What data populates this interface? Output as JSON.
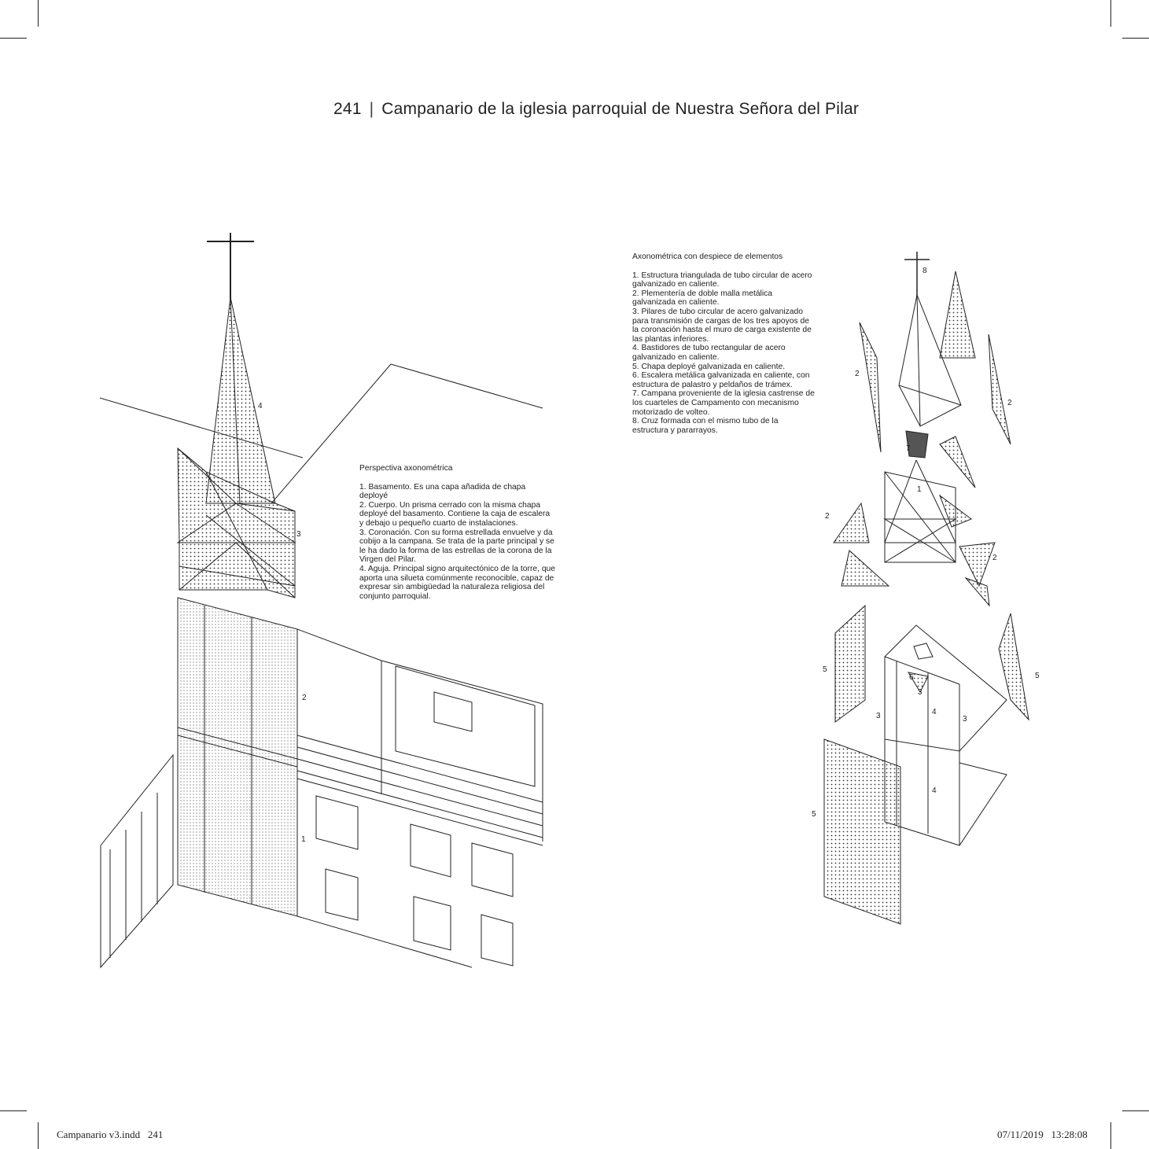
{
  "header": {
    "page_number": "241",
    "separator": "|",
    "title": "Campanario de la iglesia parroquial de Nuestra Señora del Pilar"
  },
  "legend_perspective": {
    "heading": "Perspectiva axonométrica",
    "items": [
      "1. Basamento. Es una capa añadida de chapa deployé",
      "2. Cuerpo. Un prisma cerrado con la misma chapa deployé del basamento. Contiene la caja de escalera y debajo u pequeño cuarto de instalaciones.",
      "3. Coronación. Con su forma estrellada envuelve y da cobijo a la campana. Se trata de la parte principal y se le ha dado la forma de las estrellas de la corona de la Virgen del Pilar.",
      "4. Aguja. Principal signo arquitectónico de la torre, que aporta una silueta comúnmente reconocible, capaz de expresar sin ambigüedad la naturaleza religiosa del conjunto parroquial."
    ]
  },
  "legend_exploded": {
    "heading": "Axonométrica con despiece de elementos",
    "items": [
      "1. Estructura triangulada de tubo circular de acero galvanizado en caliente.",
      "2. Plementería de doble malla metálica galvanizada en caliente.",
      "3. Pilares de tubo circular de acero galvanizado para transmisión de cargas de los tres apoyos de la coronación hasta el muro de carga existente de las plantas inferiores.",
      "4. Bastidores de tubo rectangular de acero galvanizado en caliente.",
      "5. Chapa deployé galvanizada en caliente.",
      "6. Escalera metálica galvanizada en caliente, con estructura de palastro y peldaños de trámex.",
      "7. Campana proveniente de la iglesia castrense de los cuarteles de Campamento con mecanismo motorizado de volteo.",
      "8. Cruz formada con el mismo tubo de la estructura y pararrayos."
    ]
  },
  "drawing_labels": {
    "left": [
      "4",
      "3",
      "2",
      "1"
    ],
    "right": [
      "8",
      "2",
      "2",
      "7",
      "1",
      "2",
      "2",
      "5",
      "5",
      "6",
      "3",
      "3",
      "4",
      "3",
      "4",
      "5"
    ]
  },
  "footer": {
    "file_info": "Campanario v3.indd   241",
    "timestamp": "07/11/2019   13:28:08"
  },
  "colors": {
    "ink": "#222222",
    "paper": "#ffffff"
  }
}
